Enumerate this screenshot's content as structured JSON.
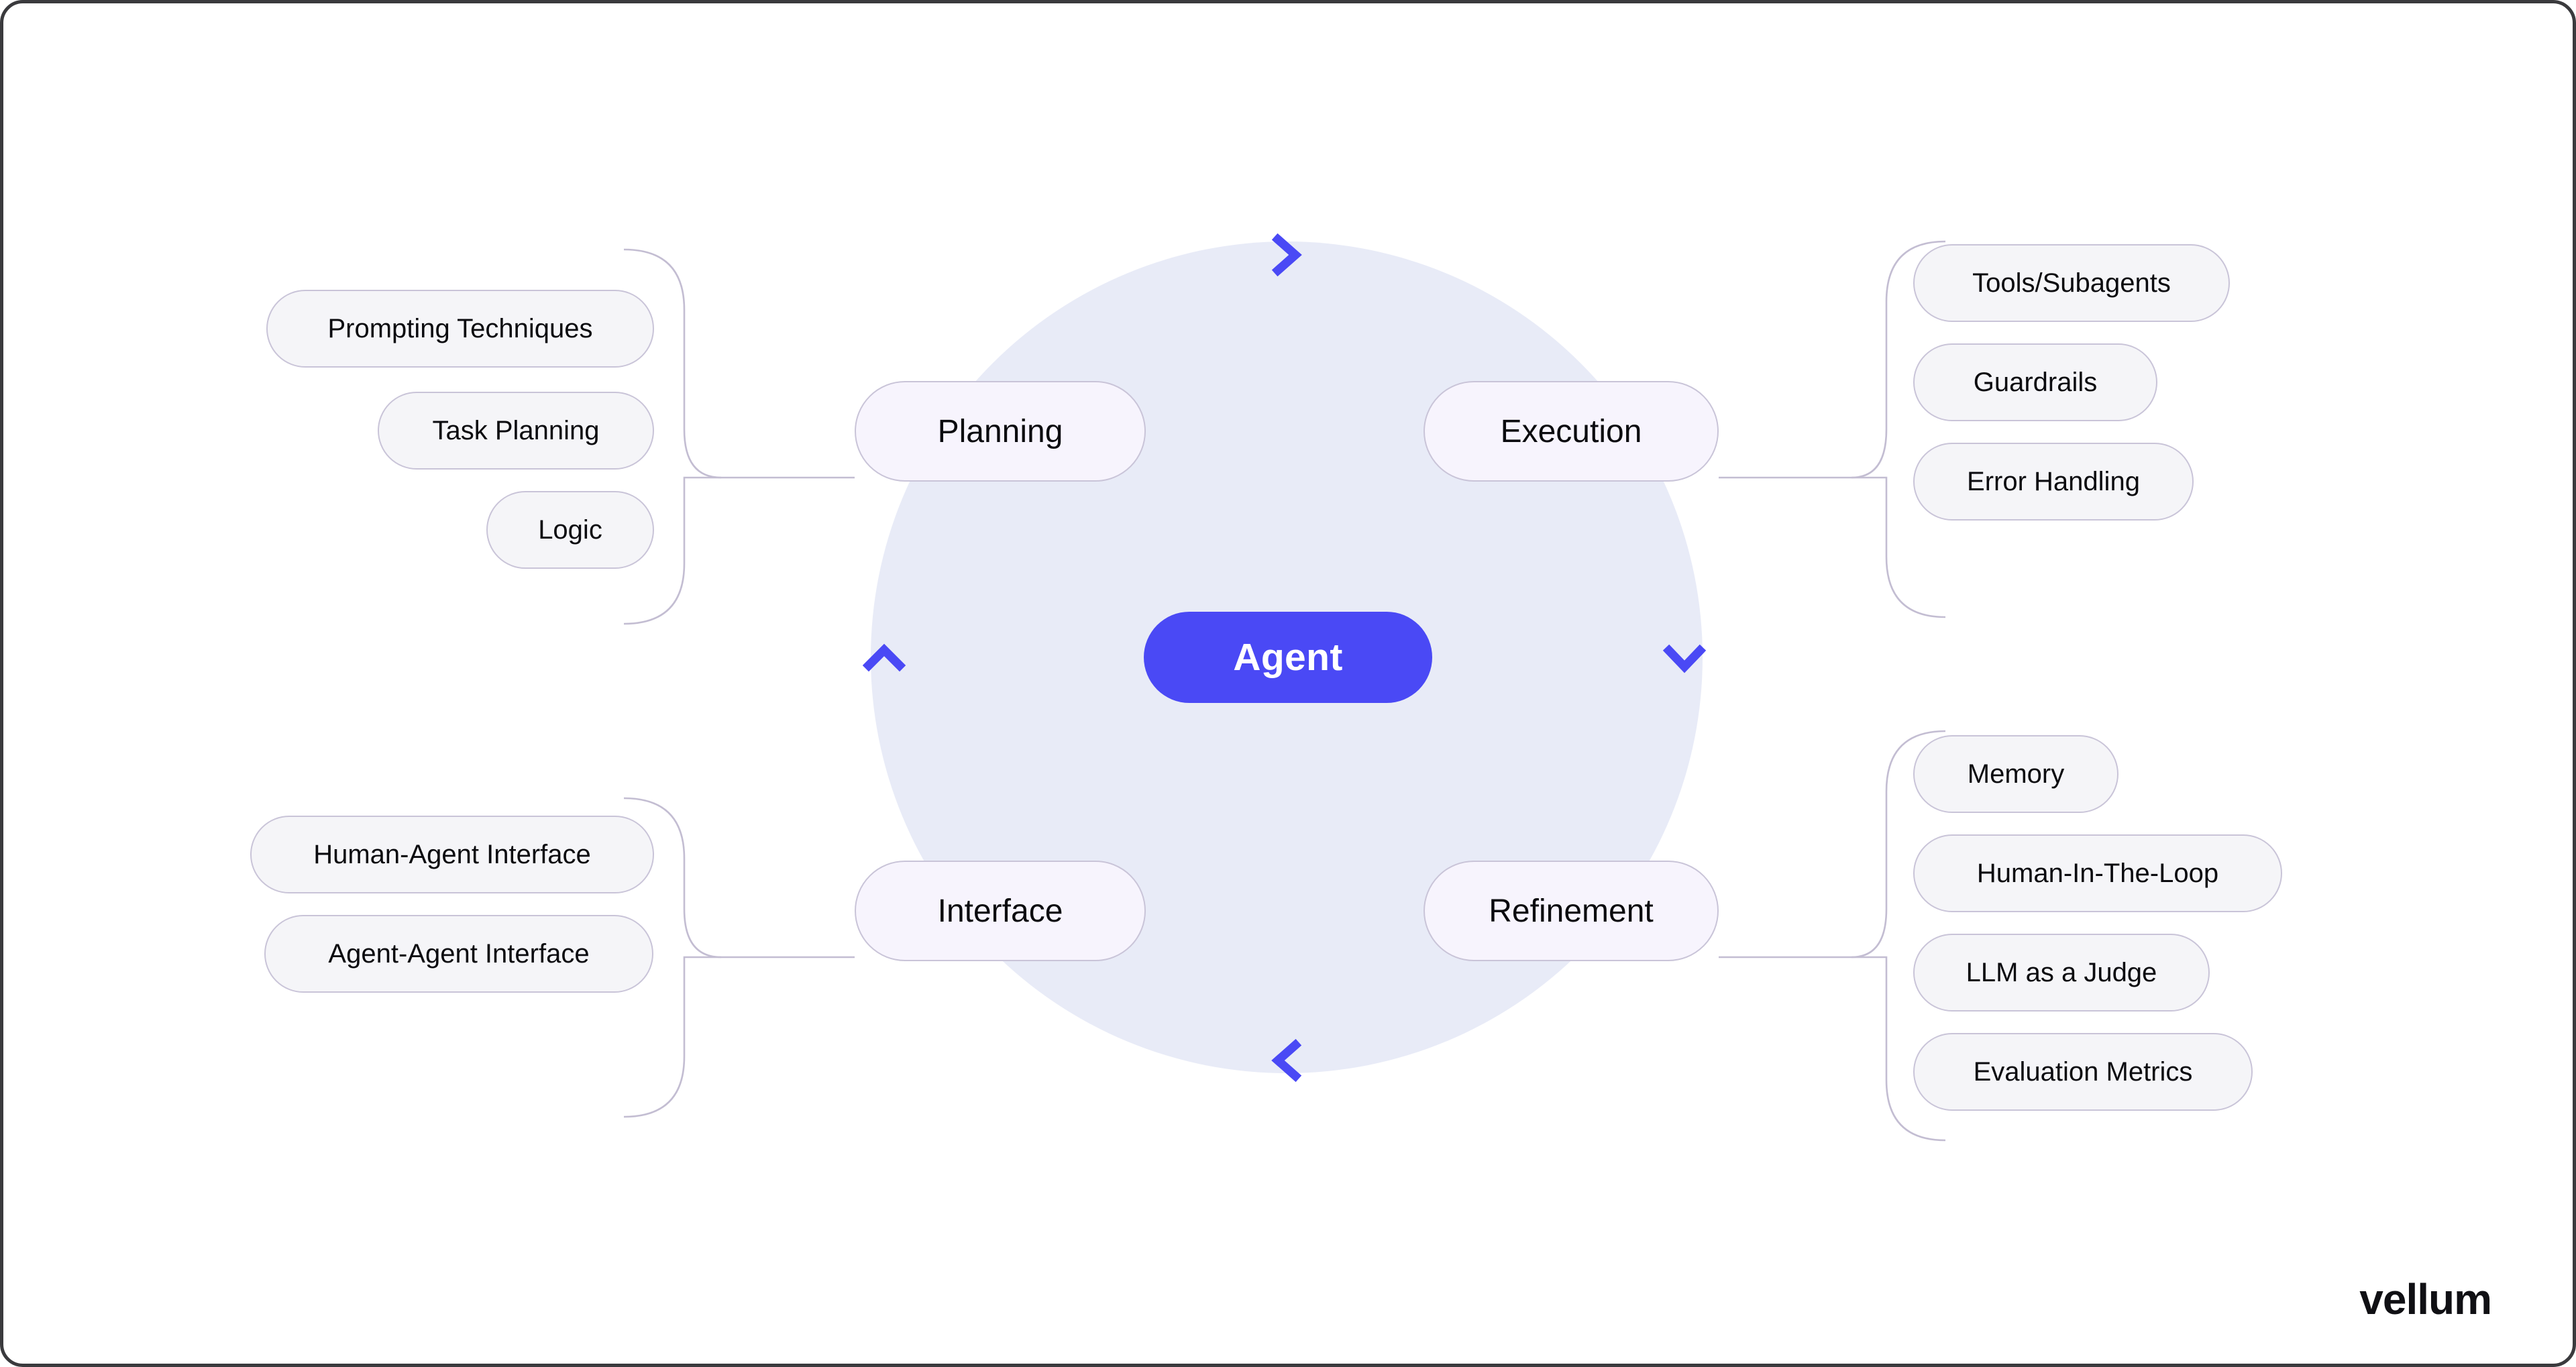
{
  "diagram": {
    "center": {
      "label": "Agent",
      "color": "#4a49f5"
    },
    "circle_color": "#e8ebf7",
    "flow_direction": "clockwise",
    "chevrons": [
      {
        "name": "chevron-top",
        "points": "right"
      },
      {
        "name": "chevron-right",
        "points": "down"
      },
      {
        "name": "chevron-bottom",
        "points": "left"
      },
      {
        "name": "chevron-left",
        "points": "up"
      }
    ],
    "categories": [
      {
        "id": "planning",
        "label": "Planning",
        "side": "left",
        "children": [
          "Prompting Techniques",
          "Task Planning",
          "Logic"
        ]
      },
      {
        "id": "execution",
        "label": "Execution",
        "side": "right",
        "children": [
          "Tools/Subagents",
          "Guardrails",
          "Error Handling"
        ]
      },
      {
        "id": "interface",
        "label": "Interface",
        "side": "left",
        "children": [
          "Human-Agent Interface",
          "Agent-Agent Interface"
        ]
      },
      {
        "id": "refinement",
        "label": "Refinement",
        "side": "right",
        "children": [
          "Memory",
          "Human-In-The-Loop",
          "LLM as a Judge",
          "Evaluation Metrics"
        ]
      }
    ],
    "node_fill": "#f7f4fd",
    "leaf_fill": "#f5f5f8",
    "node_border": "#c9c4d8"
  },
  "branding": {
    "wordmark": "vellum"
  }
}
